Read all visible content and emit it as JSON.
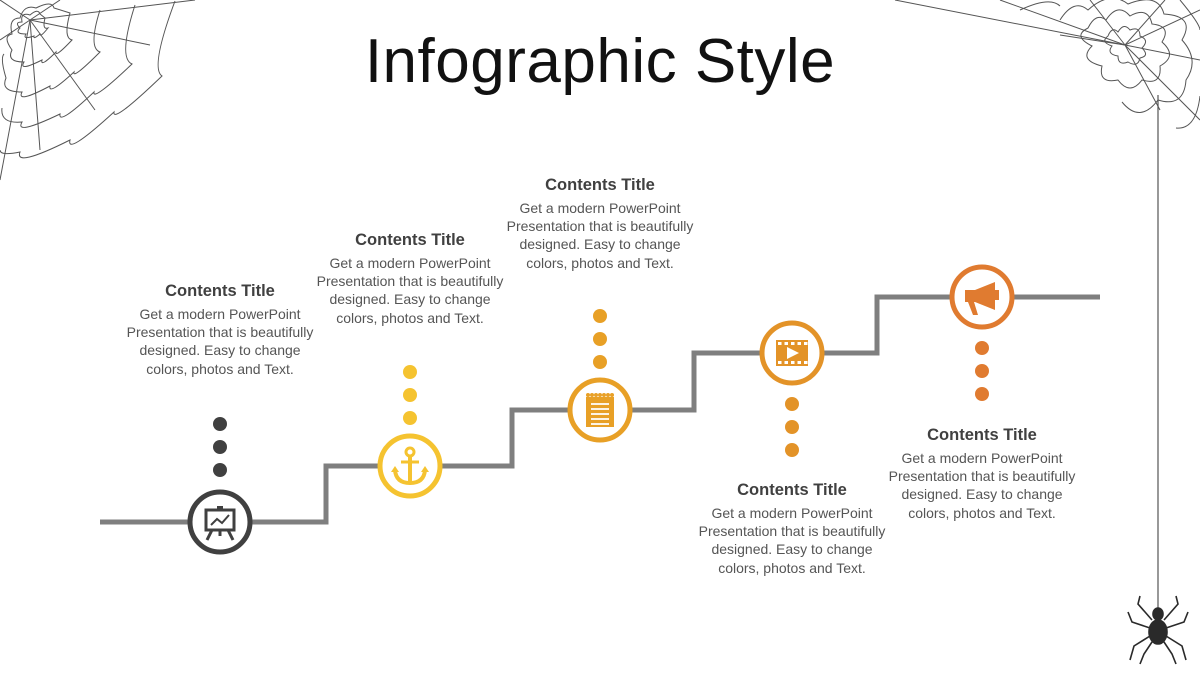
{
  "slide": {
    "title": "Infographic Style"
  },
  "line_color": "#7f7f7f",
  "steps": [
    {
      "color": "#404040",
      "icon": "presentation-board-icon",
      "title": "Contents Title",
      "body": "Get a modern PowerPoint Presentation that is beautifully designed. Easy to change colors, photos and Text."
    },
    {
      "color": "#f5c330",
      "icon": "anchor-icon",
      "title": "Contents Title",
      "body": "Get a modern PowerPoint Presentation that is beautifully designed. Easy to change colors, photos and Text."
    },
    {
      "color": "#e8a026",
      "icon": "notepad-icon",
      "title": "Contents Title",
      "body": "Get a modern PowerPoint Presentation that is beautifully designed. Easy to change colors, photos and Text."
    },
    {
      "color": "#e39328",
      "icon": "video-play-icon",
      "title": "Contents Title",
      "body": "Get a modern PowerPoint Presentation that is beautifully designed. Easy to change colors, photos and Text."
    },
    {
      "color": "#e07b30",
      "icon": "megaphone-icon",
      "title": "Contents Title",
      "body": "Get a modern PowerPoint Presentation that is beautifully designed. Easy to change colors, photos and Text."
    }
  ],
  "decorations": [
    "spider-web-icon",
    "spider-web-icon",
    "spider-icon"
  ]
}
